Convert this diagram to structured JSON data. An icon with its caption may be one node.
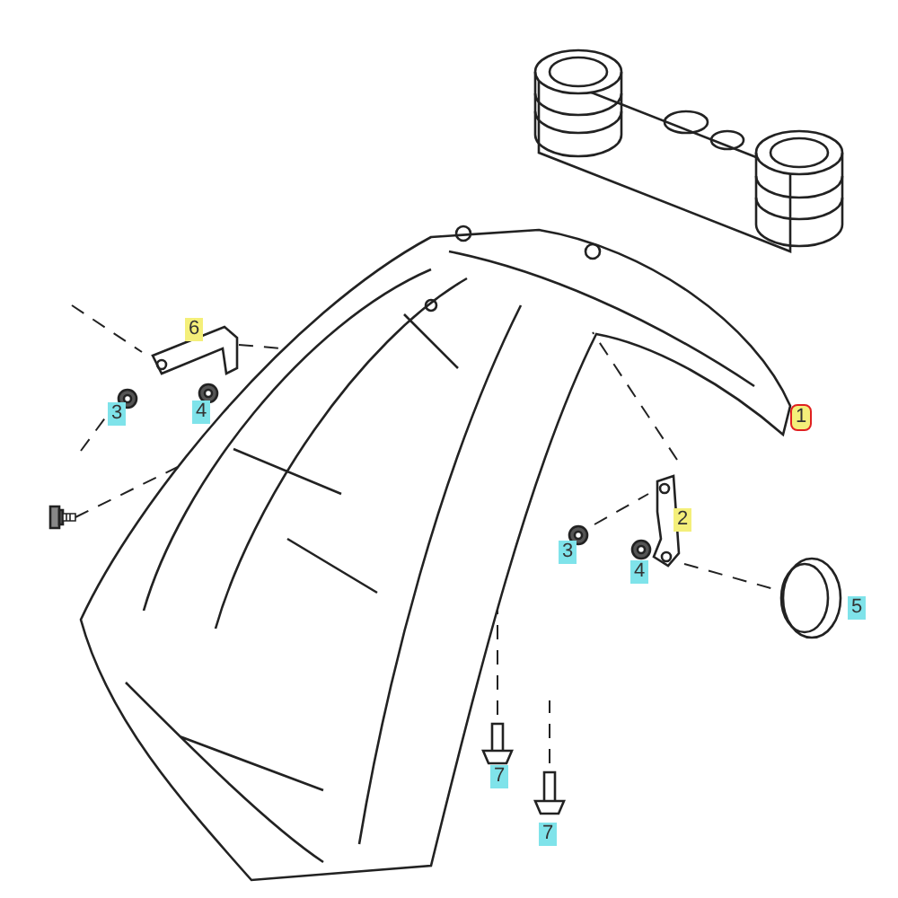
{
  "diagram": {
    "nodes": [
      {
        "text": [],
        "shape": "picture"
      },
      {
        "text": [],
        "shape": "picture",
        "beside": [
          "1"
        ]
      },
      {
        "text": [],
        "shape": "picture",
        "beside": [
          "6"
        ]
      },
      {
        "text": [],
        "shape": "picture",
        "beside": [
          "3"
        ]
      },
      {
        "text": [],
        "shape": "picture",
        "beside": [
          "4"
        ]
      },
      {
        "text": [],
        "shape": "picture",
        "beside": [
          "2"
        ]
      },
      {
        "text": [],
        "shape": "picture"
      },
      {
        "text": [],
        "shape": "picture",
        "beside": [
          "3"
        ]
      },
      {
        "text": [],
        "shape": "picture",
        "beside": [
          "4"
        ]
      },
      {
        "text": [],
        "shape": "picture",
        "beside": [
          "5"
        ]
      },
      {
        "text": [],
        "shape": "picture",
        "beside": [
          "7"
        ]
      },
      {
        "text": [],
        "shape": "picture",
        "beside": [
          "7"
        ]
      }
    ],
    "edges": [
      {
        "from": null,
        "to": 2,
        "arrow": "none",
        "style": "dashed"
      },
      {
        "from": 2,
        "to": 1,
        "arrow": "none",
        "style": "dashed"
      },
      {
        "from": null,
        "to": 3,
        "arrow": "none",
        "style": "dashed"
      },
      {
        "from": 6,
        "to": 1,
        "arrow": "none",
        "style": "dashed"
      },
      {
        "from": 10,
        "to": 1,
        "arrow": "none",
        "style": "dashed"
      },
      {
        "from": 11,
        "to": null,
        "arrow": "none",
        "style": "dashed"
      },
      {
        "from": 5,
        "to": 1,
        "arrow": "none",
        "style": "dashed"
      },
      {
        "from": 7,
        "to": 5,
        "arrow": "none",
        "style": "dashed"
      },
      {
        "from": 5,
        "to": 9,
        "arrow": "none",
        "style": "dashed"
      }
    ]
  }
}
